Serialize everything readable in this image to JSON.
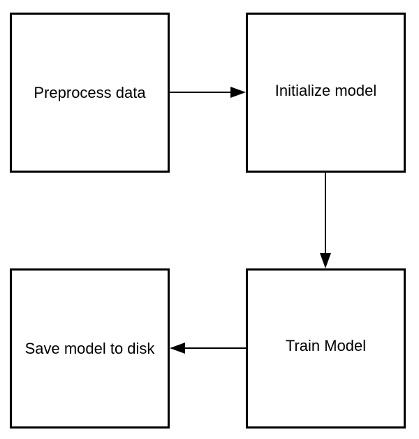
{
  "diagram": {
    "nodes": {
      "preprocess": "Preprocess data",
      "initialize": "Initialize model",
      "train": "Train Model",
      "save": "Save model to disk"
    },
    "edges": [
      {
        "from": "preprocess",
        "to": "initialize"
      },
      {
        "from": "initialize",
        "to": "train"
      },
      {
        "from": "train",
        "to": "save"
      }
    ],
    "colors": {
      "stroke": "#000000",
      "fill": "#ffffff",
      "text": "#000000"
    }
  }
}
